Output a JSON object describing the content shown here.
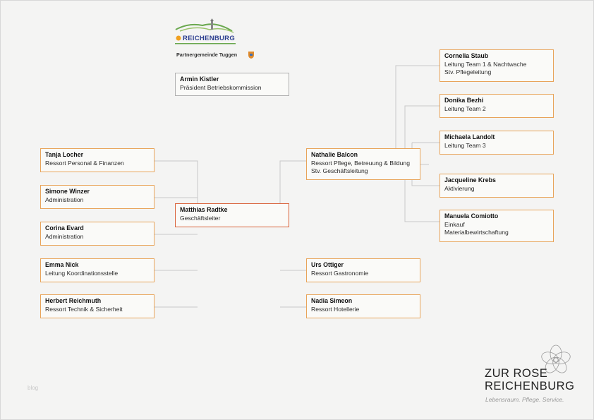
{
  "header": {
    "logo_text": "REICHENBURG",
    "partner": "Partnergemeinde Tuggen"
  },
  "president": {
    "name": "Armin Kistler",
    "role": "Präsident Betriebskommission"
  },
  "ceo": {
    "name": "Matthias Radtke",
    "role": "Geschäftsleiter"
  },
  "left_column": [
    {
      "name": "Tanja Locher",
      "role": "Ressort Personal & Finanzen"
    },
    {
      "name": "Simone Winzer",
      "role": "Administration"
    },
    {
      "name": "Corina Evard",
      "role": "Administration"
    },
    {
      "name": "Emma Nick",
      "role": "Leitung Koordinationsstelle"
    },
    {
      "name": "Herbert Reichmuth",
      "role": "Ressort Technik & Sicherheit"
    }
  ],
  "middle_column": [
    {
      "name": "Nathalie Balcon",
      "role": "Ressort Pflege, Betreuung & Bildung",
      "role2": "Stv. Geschäftsleitung"
    },
    {
      "name": "Urs Ottiger",
      "role": "Ressort Gastronomie"
    },
    {
      "name": "Nadia Simeon",
      "role": "Ressort Hotellerie"
    }
  ],
  "right_column": [
    {
      "name": "Cornelia Staub",
      "role": "Leitung Team 1 & Nachtwache",
      "role2": "Stv. Pflegeleitung"
    },
    {
      "name": "Donika Bezhi",
      "role": "Leitung Team 2"
    },
    {
      "name": "Michaela Landolt",
      "role": "Leitung Team 3"
    },
    {
      "name": "Jacqueline Krebs",
      "role": "Aktivierung"
    },
    {
      "name": "Manuela Comiotto",
      "role": "Einkauf",
      "role2": "Materialbewirtschaftung"
    }
  ],
  "brand": {
    "line1": "ZUR ROSE",
    "line2": "REICHENBURG",
    "tagline": "Lebensraum. Pflege. Service."
  },
  "footer": {
    "blog": "blog"
  },
  "colors": {
    "box_border": "#e8a45a",
    "ceo_border": "#d9623a",
    "connector": "#c8c8c8",
    "logo_blue": "#2b3d8f"
  }
}
